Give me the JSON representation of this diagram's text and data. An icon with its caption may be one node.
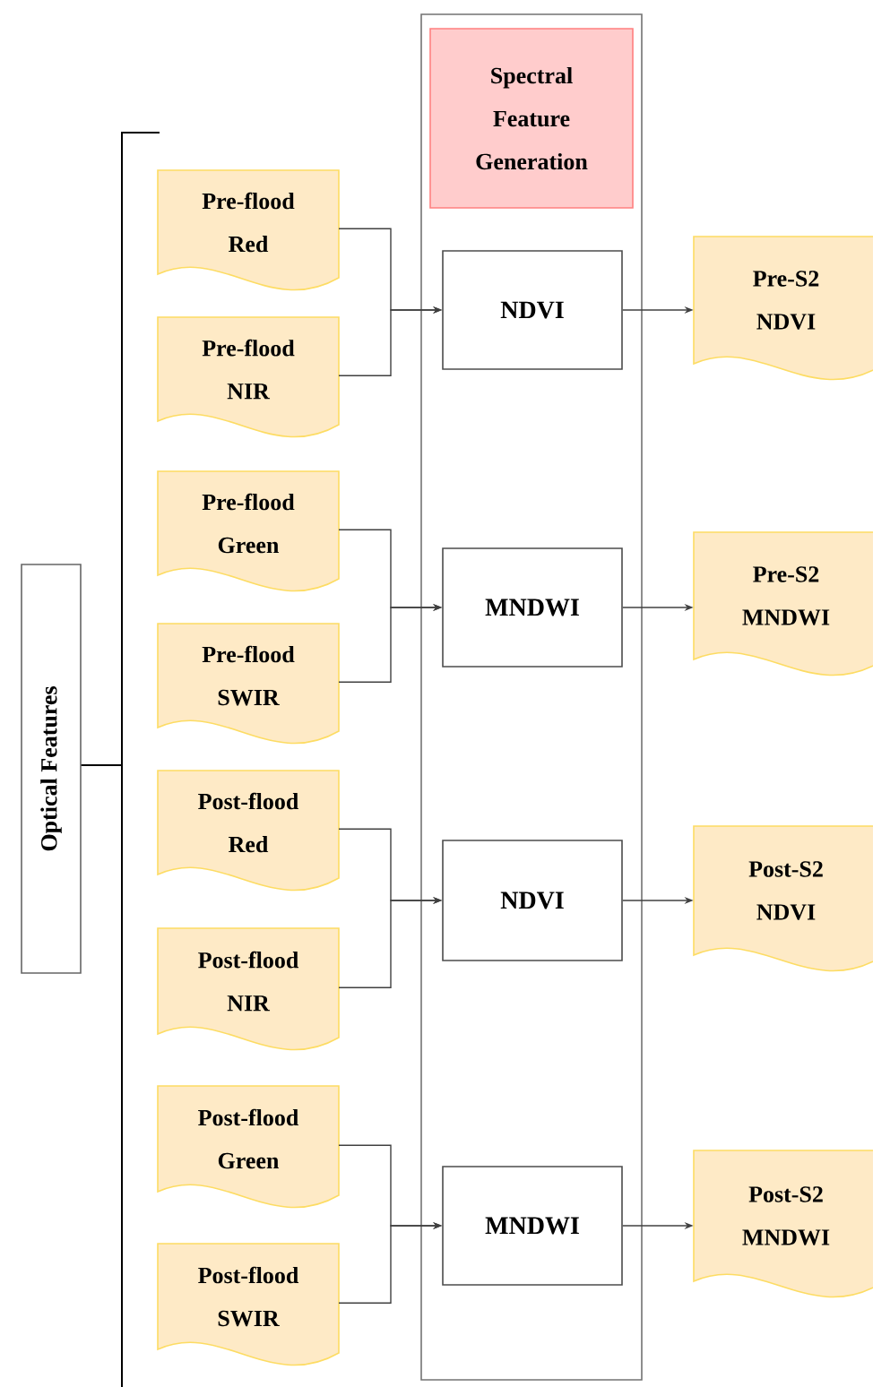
{
  "diagram": {
    "nodes": [
      {
        "text": [
          "Optical Features"
        ]
      },
      {
        "text": [],
        "shape": "box"
      },
      {
        "text": [
          "Spectral Feature Generation"
        ],
        "in": 1
      },
      {
        "text": [
          "Pre-flood Red"
        ]
      },
      {
        "text": [
          "Pre-flood NIR"
        ]
      },
      {
        "text": [
          "Pre-flood Green"
        ]
      },
      {
        "text": [
          "Pre-flood SWIR"
        ]
      },
      {
        "text": [
          "Post-flood Red"
        ]
      },
      {
        "text": [
          "Post-flood NIR"
        ]
      },
      {
        "text": [
          "Post-flood Green"
        ]
      },
      {
        "text": [
          "Post-flood SWIR"
        ]
      },
      {
        "text": [
          "NDVI"
        ],
        "in": 1
      },
      {
        "text": [
          "MNDWI"
        ],
        "in": 1
      },
      {
        "text": [
          "NDVI"
        ],
        "in": 1
      },
      {
        "text": [
          "MNDWI"
        ],
        "in": 1
      },
      {
        "text": [
          "Pre-S2 NDVI"
        ]
      },
      {
        "text": [
          "Pre-S2 MNDWI"
        ]
      },
      {
        "text": [
          "Post-S2 NDVI"
        ]
      },
      {
        "text": [
          "Post-S2 MNDWI"
        ]
      }
    ],
    "edges": [
      {
        "from": 3,
        "to": 11,
        "arrow": "to"
      },
      {
        "from": 4,
        "to": 11,
        "arrow": "to"
      },
      {
        "from": 5,
        "to": 12,
        "arrow": "to"
      },
      {
        "from": 6,
        "to": 12,
        "arrow": "to"
      },
      {
        "from": 7,
        "to": 13,
        "arrow": "to"
      },
      {
        "from": 8,
        "to": 13,
        "arrow": "to"
      },
      {
        "from": 9,
        "to": 14,
        "arrow": "to"
      },
      {
        "from": 10,
        "to": 14,
        "arrow": "to"
      },
      {
        "from": 11,
        "to": 15,
        "arrow": "to"
      },
      {
        "from": 12,
        "to": 16,
        "arrow": "to"
      },
      {
        "from": 13,
        "to": 17,
        "arrow": "to"
      },
      {
        "from": 14,
        "to": 18,
        "arrow": "to"
      }
    ]
  }
}
